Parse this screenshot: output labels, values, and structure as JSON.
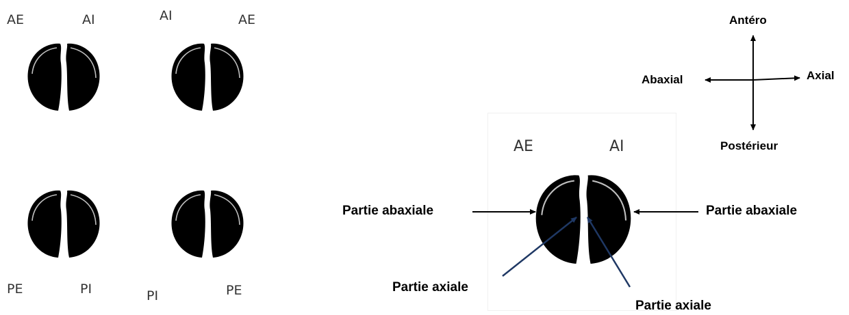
{
  "hooves": {
    "front_left": {
      "left_label": "AE",
      "right_label": "AI"
    },
    "front_right": {
      "left_label": "AI",
      "right_label": "AE"
    },
    "rear_left": {
      "left_label": "PE",
      "right_label": "PI"
    },
    "rear_right": {
      "left_label": "PI",
      "right_label": "PE"
    }
  },
  "compass": {
    "top": "Antéro",
    "left": "Abaxial",
    "right": "Axial",
    "bottom": "Postérieur"
  },
  "detail": {
    "left_toe_label": "AE",
    "right_toe_label": "AI",
    "abaxial_left": "Partie abaxiale",
    "abaxial_right": "Partie abaxiale",
    "axial_left": "Partie axiale",
    "axial_right": "Partie axiale"
  },
  "colors": {
    "hoof": "#000000",
    "arrow": "#000000",
    "axial_arrow": "#1f3864"
  }
}
